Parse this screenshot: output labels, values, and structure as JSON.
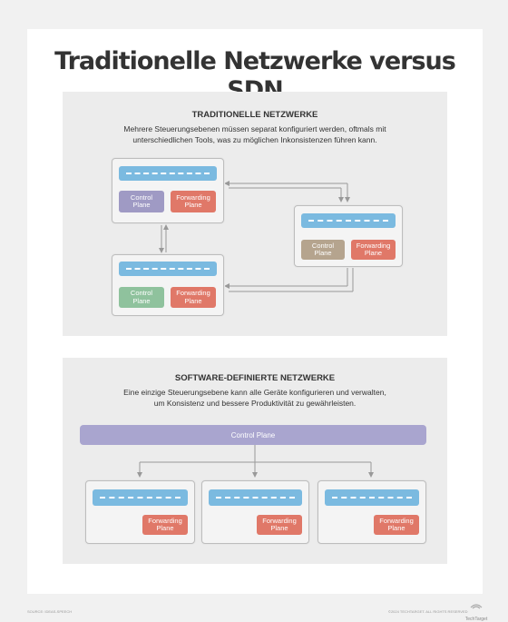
{
  "title": "Traditionelle Netzwerke versus SDN",
  "traditional": {
    "heading": "TRADITIONELLE NETZWERKE",
    "description_line1": "Mehrere Steuerungsebenen müssen separat konfiguriert werden,  oftmals mit",
    "description_line2": "unterschiedlichen Tools, was zu möglichen Inkonsistenzen führen kann.",
    "devices": [
      {
        "control_label": "Control\nPlane",
        "forwarding_label": "Forwarding\nPlane",
        "control_color": "#9f9ac4"
      },
      {
        "control_label": "Control\nPlane",
        "forwarding_label": "Forwarding\nPlane",
        "control_color": "#b5a48e"
      },
      {
        "control_label": "Control\nPlane",
        "forwarding_label": "Forwarding\nPlane",
        "control_color": "#8fc29d"
      }
    ]
  },
  "sdn": {
    "heading": "SOFTWARE-DEFINIERTE NETZWERKE",
    "description_line1": "Eine einzige Steuerungsebene kann alle Geräte konfigurieren und verwalten,",
    "description_line2": "um Konsistenz und bessere Produktivität zu gewährleisten.",
    "control_plane_label": "Control Plane",
    "devices": [
      {
        "forwarding_label": "Forwarding\nPlane"
      },
      {
        "forwarding_label": "Forwarding\nPlane"
      },
      {
        "forwarding_label": "Forwarding\nPlane"
      }
    ]
  },
  "colors": {
    "data_plane": "#7bbae0",
    "forwarding_plane": "#e07868",
    "sdn_control_plane": "#a9a5cf",
    "section_background": "#ececec"
  },
  "footer": {
    "left": "SOURCE: IDEAS-SPEECH",
    "right": "©2024 TECHTARGET. ALL RIGHTS RESERVED",
    "logo_text": "TechTarget"
  }
}
